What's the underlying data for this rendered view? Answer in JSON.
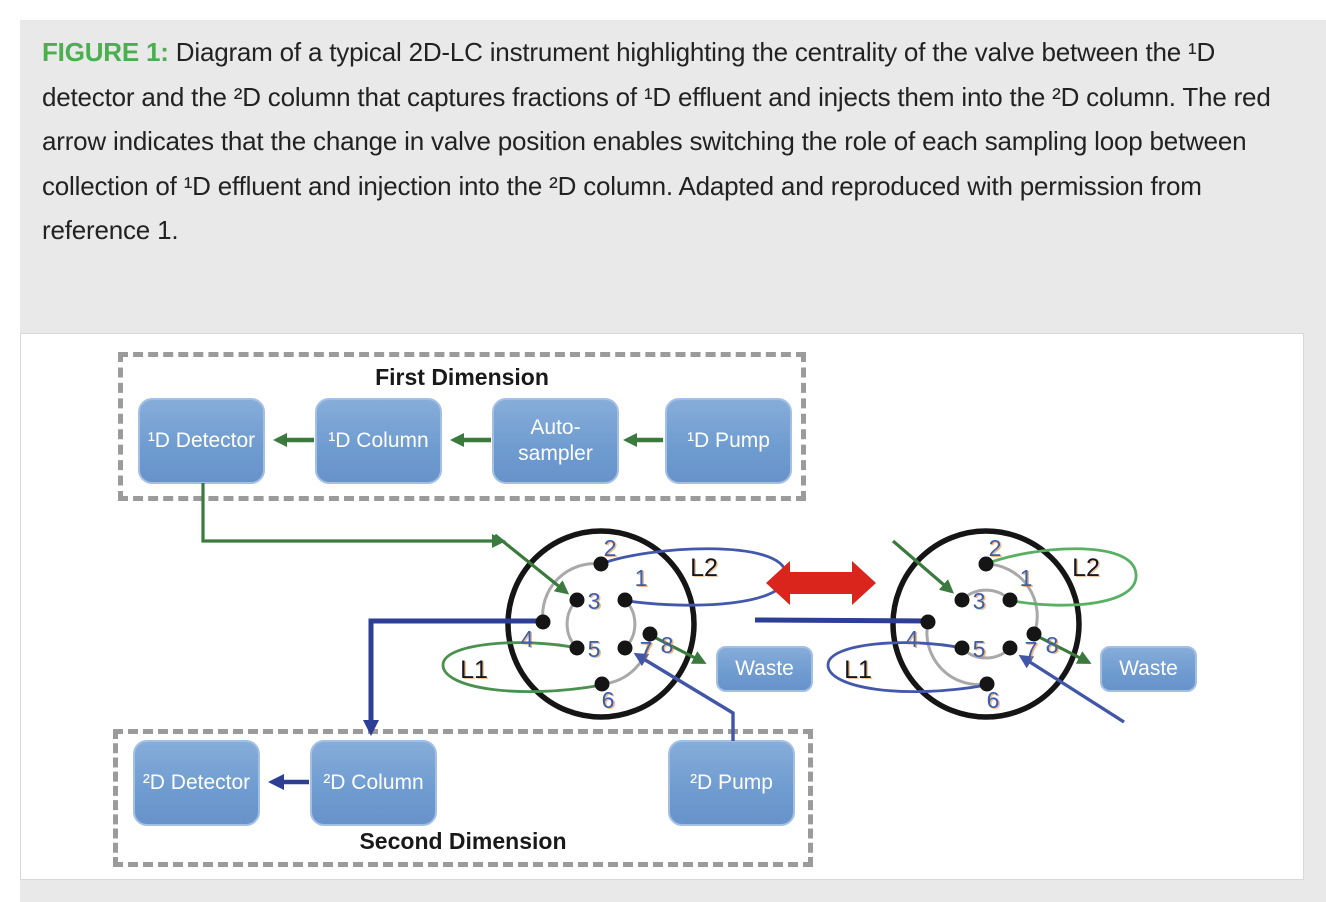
{
  "caption": {
    "label": "FIGURE 1:",
    "text": " Diagram of a typical 2D-LC instrument highlighting the centrality of the valve between the ¹D detector and the ²D column that captures fractions of ¹D effluent and injects them into the ²D column. The red arrow indicates that the change in valve position enables switching the role of each sampling loop between collection of ¹D effluent and injection into the ²D column. Adapted and reproduced with permission from reference 1."
  },
  "diagram": {
    "first_dimension": {
      "title": "First Dimension",
      "boxes": [
        "¹D Detector",
        "¹D Column",
        "Auto-sampler",
        "¹D Pump"
      ]
    },
    "second_dimension": {
      "title": "Second Dimension",
      "boxes": [
        "²D Detector",
        "²D Column",
        "²D Pump"
      ]
    },
    "left_valve": {
      "ports": [
        "1",
        "2",
        "3",
        "4",
        "5",
        "6",
        "7",
        "8"
      ],
      "loop1": "L1",
      "loop2": "L2",
      "waste": "Waste"
    },
    "right_valve": {
      "ports": [
        "1",
        "2",
        "3",
        "4",
        "5",
        "6",
        "7",
        "8"
      ],
      "loop1": "L1",
      "loop2": "L2",
      "waste": "Waste"
    },
    "colors": {
      "caption_label_green": "#4bae4f",
      "component_box_blue": "#6f9bd2",
      "flow_green": "#3a7b3d",
      "flow_navy": "#2c3e95",
      "flow_blue": "#4156a8",
      "loop_green_left": "#4a9150",
      "loop_green_right": "#58b063",
      "loop_blue": "#4458ab",
      "rotor_channel_gray": "#a9a9a9",
      "switch_arrow_red": "#da251c",
      "port_number_blue": "#3a5fae",
      "figure_background": "#e9e9e9"
    }
  }
}
